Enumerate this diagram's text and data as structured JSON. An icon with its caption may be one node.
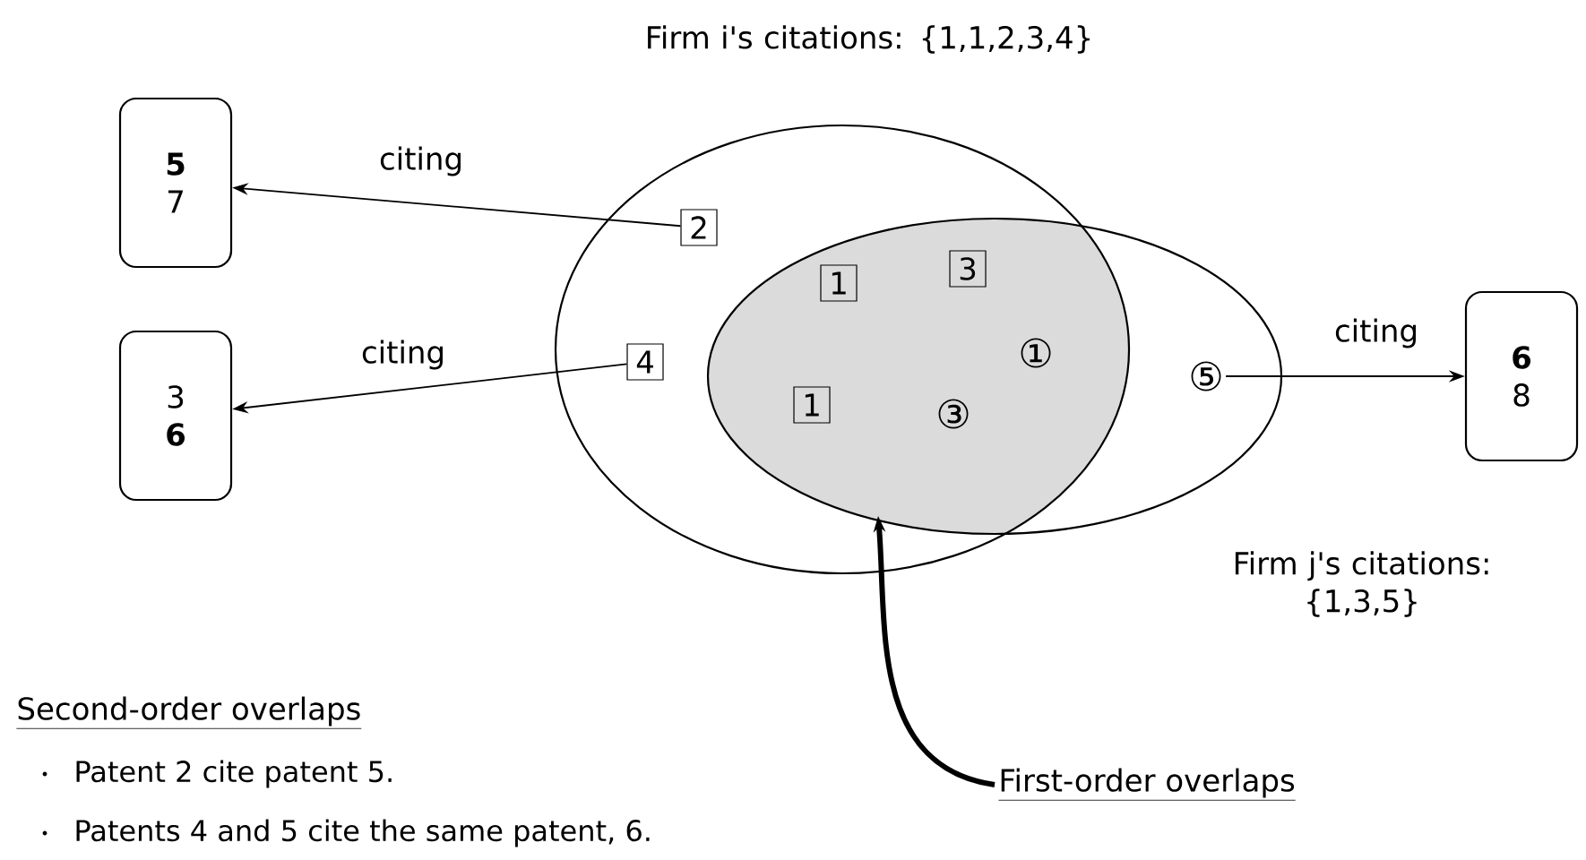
{
  "diagram": {
    "nodes": [
      {
        "text": [
          "Firm i's citations: {1,1,2,3,4}"
        ]
      },
      {
        "text": [
          "Firm j's citations: {1,3,5}"
        ]
      },
      {
        "text": [],
        "shape": "lens"
      },
      {
        "text": [
          "2"
        ],
        "in": 0
      },
      {
        "text": [
          "4"
        ],
        "in": 0
      },
      {
        "text": [
          "1"
        ],
        "in": 2
      },
      {
        "text": [
          "3"
        ],
        "in": 2
      },
      {
        "text": [
          "①"
        ],
        "in": 2
      },
      {
        "text": [
          "1"
        ],
        "in": 2
      },
      {
        "text": [
          "③"
        ],
        "in": 2
      },
      {
        "text": [
          "⑤"
        ],
        "in": 1
      },
      {
        "text": [
          "**5** 7"
        ]
      },
      {
        "text": [
          "3 **6**"
        ]
      },
      {
        "text": [
          "**6** 8"
        ]
      },
      {
        "text": [
          "First-order overlaps"
        ]
      }
    ],
    "edges": [
      {
        "from": 3,
        "to": 11,
        "arrow": "to",
        "label": "citing"
      },
      {
        "from": 4,
        "to": 12,
        "arrow": "to",
        "label": "citing"
      },
      {
        "from": 10,
        "to": 13,
        "arrow": "to",
        "label": "citing"
      },
      {
        "from": 14,
        "to": 2,
        "arrow": "to",
        "style": "thick"
      }
    ],
    "labels": [
      "Second-order overlaps",
      "Patent 2 cite patent 5.",
      "Patents 4 and 5 cite the same patent, 6."
    ]
  }
}
